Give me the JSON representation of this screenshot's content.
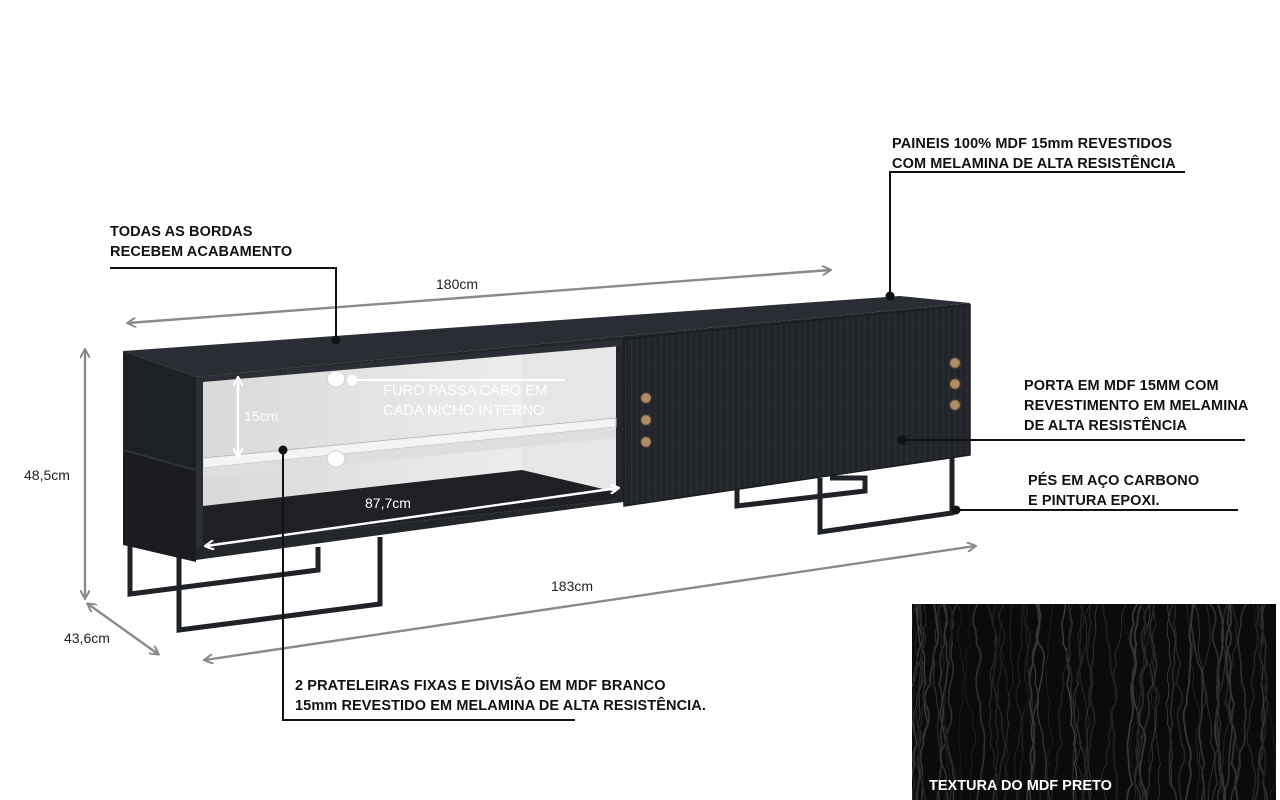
{
  "dimensions": {
    "length_top": "180cm",
    "length_bottom": "183cm",
    "height": "48,5cm",
    "depth": "43,6cm",
    "shelf_gap": "15cm",
    "niche_width": "87,7cm"
  },
  "annotations": {
    "edges": [
      "TODAS AS BORDAS",
      "RECEBEM ACABAMENTO"
    ],
    "panels": [
      "PAINEIS 100% MDF 15mm REVESTIDOS",
      "COM MELAMINA DE ALTA RESISTÊNCIA"
    ],
    "cable_hole": [
      "FURO PASSA CABO EM",
      "CADA NICHO INTERNO"
    ],
    "door": [
      "PORTA EM MDF 15MM COM",
      "REVESTIMENTO EM MELAMINA",
      "DE ALTA RESISTÊNCIA"
    ],
    "feet": [
      "PÉS EM AÇO CARBONO",
      "E PINTURA EPOXI."
    ],
    "shelves": [
      "2 PRATELEIRAS FIXAS E DIVISÃO EM MDF BRANCO",
      "15mm REVESTIDO EM MELAMINA DE ALTA RESISTÊNCIA."
    ]
  },
  "texture": {
    "caption": "TEXTURA DO MDF PRETO"
  },
  "colors": {
    "furniture": "#24272c",
    "interior": "#e9e9e9",
    "dimension_line": "#8a8a8a",
    "leader_line": "#111111"
  }
}
